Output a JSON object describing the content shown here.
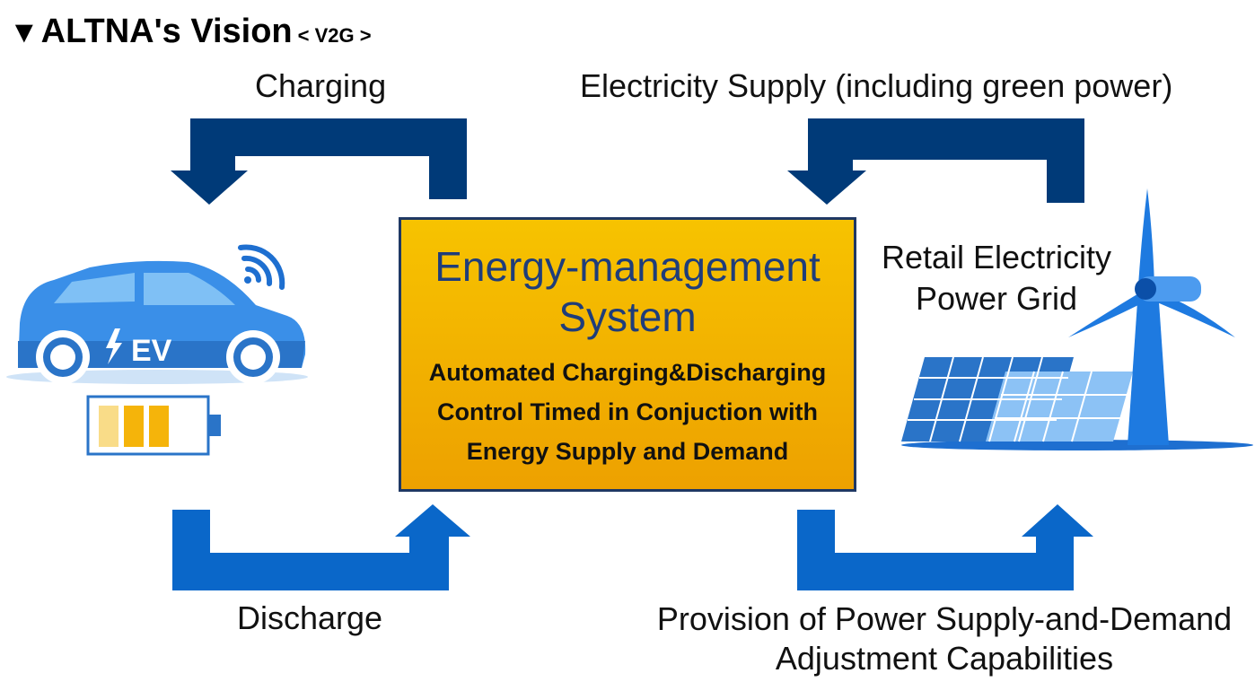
{
  "title": {
    "marker": "▼",
    "main": "ALTNA's Vision",
    "sub": "< V2G >"
  },
  "labels": {
    "charging": "Charging",
    "supply": "Electricity Supply (including green power)",
    "discharge": "Discharge",
    "provision": [
      "Provision of Power Supply-and-Demand",
      "Adjustment Capabilities"
    ],
    "grid": [
      "Retail Electricity",
      "Power Grid"
    ]
  },
  "ems": {
    "title": [
      "Energy-management",
      "System"
    ],
    "description": [
      "Automated Charging&Discharging",
      "Control Timed in Conjuction with",
      "Energy Supply and Demand"
    ]
  },
  "ev": {
    "badge": "EV",
    "battery_level": 0.75
  },
  "icons": [
    "ev-car-icon",
    "wifi-signal-icon",
    "battery-icon",
    "solar-panel-icon",
    "wind-turbine-icon"
  ],
  "colors": {
    "arrow_dark": "#003a78",
    "arrow_blue": "#0a67c9",
    "ems_fill": "#f4b400",
    "ems_text": "#1f3d7a",
    "ev_blue": "#3a8fe8",
    "battery": "#f5b40a"
  }
}
